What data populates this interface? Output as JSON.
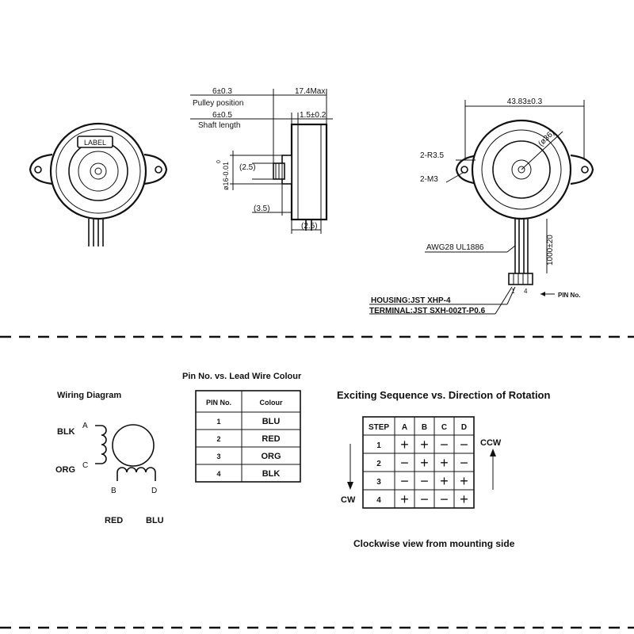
{
  "top_views": {
    "front": {
      "label_tag": "LABEL"
    },
    "side": {
      "pulley_dim": "6±0.3",
      "pulley_caption": "Pulley position",
      "max_len": "17.4Max.",
      "shaft_dim": "6±0.5",
      "shaft_caption": "Shaft length",
      "flange_dim": "1.5±0.2",
      "boss_dia": "ø16-0.01",
      "boss_tol_top": "0",
      "shaft_dia": "(2.5)",
      "boss_len": "(3.5)",
      "flange_len": "(2.5)"
    },
    "back": {
      "width_dim": "43.83±0.3",
      "body_dia": "(ø36)",
      "radius_note": "2-R3.5",
      "hole_note": "2-M3",
      "wire_note": "AWG28  UL1886",
      "lead_len": "1000±20",
      "housing": "HOUSING:JST XHP-4",
      "terminal": "TERMINAL:JST SXH-002T-P0.6",
      "pin_left": "1",
      "pin_right": "4",
      "pin_caption": "PIN No."
    }
  },
  "wiring": {
    "title": "Wiring Diagram",
    "label_blk": "BLK",
    "label_org": "ORG",
    "label_red": "RED",
    "label_blu": "BLU",
    "pin_a": "A",
    "pin_c": "C",
    "pin_b": "B",
    "pin_d": "D"
  },
  "pin_table": {
    "title": "Pin No. vs. Lead Wire Colour",
    "headers": [
      "PIN No.",
      "Colour"
    ],
    "rows": [
      [
        "1",
        "BLU"
      ],
      [
        "2",
        "RED"
      ],
      [
        "3",
        "ORG"
      ],
      [
        "4",
        "BLK"
      ]
    ]
  },
  "sequence": {
    "title": "Exciting Sequence vs. Direction of Rotation",
    "headers": [
      "STEP",
      "A",
      "B",
      "C",
      "D"
    ],
    "rows": [
      [
        "1",
        "+",
        "+",
        "−",
        "−"
      ],
      [
        "2",
        "−",
        "+",
        "+",
        "−"
      ],
      [
        "3",
        "−",
        "−",
        "+",
        "+"
      ],
      [
        "4",
        "+",
        "−",
        "−",
        "+"
      ]
    ],
    "ccw_label": "CCW",
    "cw_label": "CW",
    "footer": "Clockwise view from mounting side"
  }
}
